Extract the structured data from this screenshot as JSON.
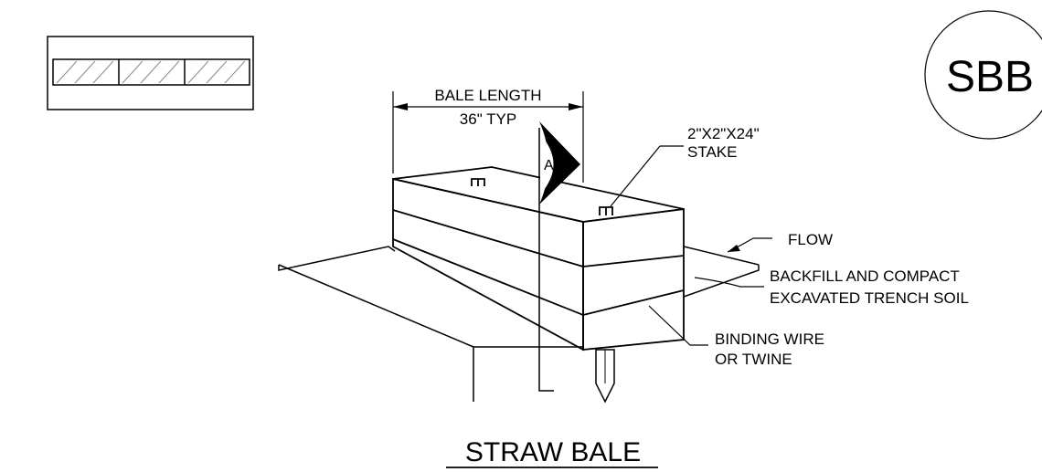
{
  "symbol_code": "SBB",
  "dimension": {
    "line1": "BALE LENGTH",
    "line2": "36\" TYP"
  },
  "section_marker": "A",
  "labels": {
    "stake_line1": "2\"X2\"X24\"",
    "stake_line2": "STAKE",
    "flow": "FLOW",
    "backfill_line1": "BACKFILL AND COMPACT",
    "backfill_line2": "EXCAVATED TRENCH SOIL",
    "binding_line1": "BINDING WIRE",
    "binding_line2": "OR TWINE"
  },
  "title": "STRAW BALE",
  "colors": {
    "ink": "#000000",
    "legend_hatch": "#888888",
    "background": "#ffffff"
  }
}
